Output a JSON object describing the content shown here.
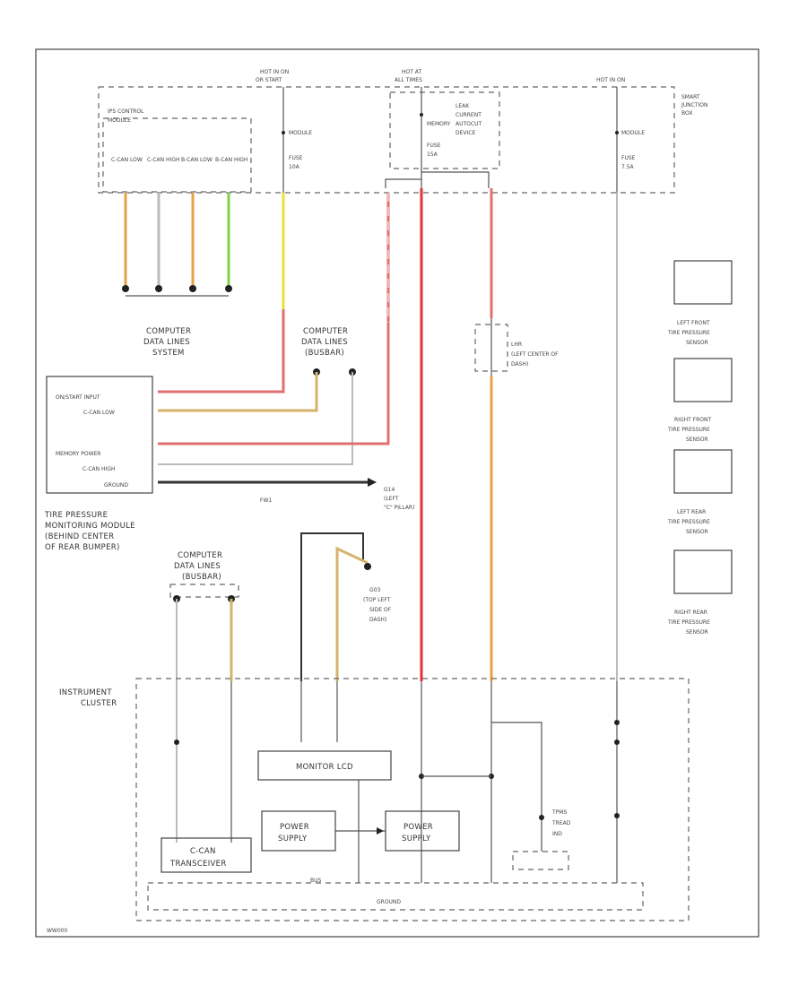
{
  "diagram": {
    "modules": {
      "ipc_control": {
        "line1": "IPS CONTROL",
        "line2": "MODULE",
        "pins": [
          "C-CAN LOW",
          "C-CAN HIGH",
          "B-CAN LOW",
          "B-CAN HIGH"
        ]
      },
      "power_hot_run": {
        "line1": "HOT IN ON",
        "line2": "OR START"
      },
      "power_hot_all": {
        "line1": "HOT AT",
        "line2": "ALL TIMES"
      },
      "power_hot_run2": {
        "line1": "HOT IN ON"
      },
      "module_fuse_1": {
        "line1": "MODULE",
        "line2": "FUSE",
        "line3": "10A"
      },
      "leak_device": {
        "line1": "LEAK",
        "line2": "CURRENT",
        "line3": "AUTOCUT",
        "line4": "DEVICE",
        "fuse_line1": "MEMORY",
        "fuse_line2": "FUSE",
        "fuse_line3": "15A"
      },
      "module_fuse_2": {
        "line1": "MODULE",
        "line2": "FUSE",
        "line3": "7.5A"
      },
      "smart_junction": {
        "line1": "SMART",
        "line2": "JUNCTION",
        "line3": "BOX"
      },
      "cdl_system": {
        "line1": "COMPUTER",
        "line2": "DATA LINES",
        "line3": "SYSTEM"
      },
      "cdl_bus": {
        "line1": "COMPUTER",
        "line2": "DATA LINES",
        "line3": "(BUSBAR)"
      },
      "lhr_splice": {
        "line1": "LHR",
        "line2": "(LEFT CENTER OF",
        "line3": "DASH)"
      },
      "tpms_module": {
        "pins": [
          "ON/START INPUT",
          "C-CAN LOW",
          "MEMORY POWER",
          "C-CAN HIGH",
          "GROUND"
        ],
        "connector": "FW1",
        "caption1": "TIRE PRESSURE",
        "caption2": "MONITORING MODULE",
        "caption3": "(BEHIND CENTER",
        "caption4": "OF REAR BUMPER)"
      },
      "ground_g14": {
        "line1": "G14",
        "line2": "(LEFT",
        "line3": "\"C\" PILLAR)"
      },
      "ground_g03": {
        "line1": "G03",
        "line2": "(TOP LEFT",
        "line3": "SIDE OF",
        "line4": "DASH)"
      },
      "cdl_bottom": {
        "line1": "COMPUTER",
        "line2": "DATA LINES",
        "line3": "(BUSBAR)"
      },
      "instrument_cluster": {
        "line1": "INSTRUMENT",
        "line2": "CLUSTER"
      },
      "monitor_lcd": "MONITOR LCD",
      "power_supply_1": {
        "line1": "POWER",
        "line2": "SUPPLY"
      },
      "power_supply_2": {
        "line1": "POWER",
        "line2": "SUPPLY"
      },
      "ccan_transceiver": {
        "line1": "C-CAN",
        "line2": "TRANSCEIVER"
      },
      "tpms_tread": {
        "line1": "TPMS",
        "line2": "TREAD",
        "line3": "IND"
      },
      "bus_label": "BUS",
      "ground_label": "GROUND",
      "footer_code": "WW000"
    },
    "sensors": [
      {
        "line1": "LEFT FRONT",
        "line2": "TIRE PRESSURE",
        "line3": "SENSOR"
      },
      {
        "line1": "RIGHT FRONT",
        "line2": "TIRE PRESSURE",
        "line3": "SENSOR"
      },
      {
        "line1": "LEFT REAR",
        "line2": "TIRE PRESSURE",
        "line3": "SENSOR"
      },
      {
        "line1": "RIGHT REAR",
        "line2": "TIRE PRESSURE",
        "line3": "SENSOR"
      }
    ],
    "wire_colors": {
      "orange": "#e8a246",
      "pink": "#e07070",
      "red": "#e23535",
      "yellow": "#e8e23a",
      "green": "#7fd34a",
      "tan": "#d6b36a",
      "gray": "#bbbbbb",
      "dark": "#333333"
    }
  }
}
